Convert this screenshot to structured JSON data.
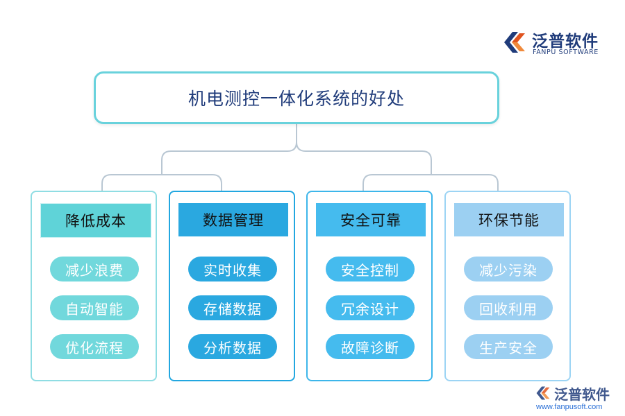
{
  "logo": {
    "name_cn": "泛普软件",
    "name_en": "FANPU SOFTWARE",
    "url": "www.fanpusoft.com"
  },
  "title": "机电测控一体化系统的好处",
  "categories": [
    {
      "label": "降低成本",
      "items": [
        "减少浪费",
        "自动智能",
        "优化流程"
      ]
    },
    {
      "label": "数据管理",
      "items": [
        "实时收集",
        "存储数据",
        "分析数据"
      ]
    },
    {
      "label": "安全可靠",
      "items": [
        "安全控制",
        "冗余设计",
        "故障诊断"
      ]
    },
    {
      "label": "环保节能",
      "items": [
        "减少污染",
        "回收利用",
        "生产安全"
      ]
    }
  ],
  "colors": {
    "title_border": "#69d2dc",
    "title_text": "#1f3b7a",
    "connector": "#b9c7d3",
    "card1": "#5fd3d8",
    "card2": "#2aa8e0",
    "card3": "#45bbee",
    "card4": "#9cd0f2",
    "brand": "#1f3b7a",
    "brand_accent": "#e0531f"
  },
  "icons": {
    "logo": "fanpu-logo-icon"
  }
}
